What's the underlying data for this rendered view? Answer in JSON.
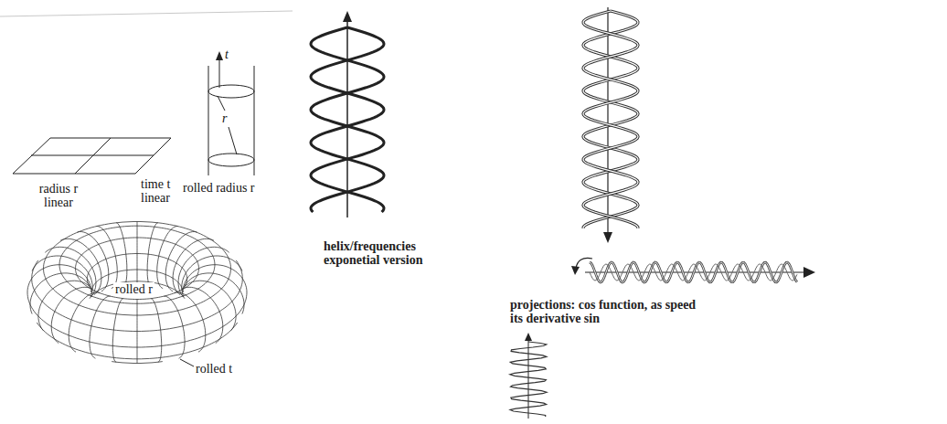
{
  "diagram": {
    "labels": [
      "t",
      "r",
      "time t linear",
      "radius r linear",
      "rolled radius r",
      "rolled r",
      "rolled t",
      "helix/frequencies exponetial version",
      "projections: cos function, as speed its derivative sin"
    ]
  }
}
